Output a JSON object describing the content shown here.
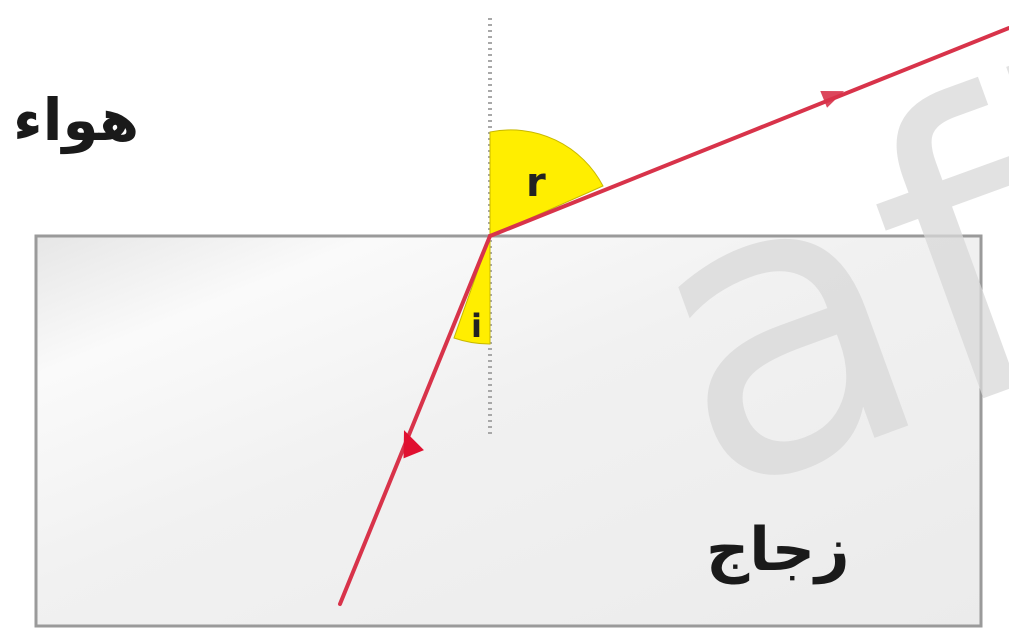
{
  "labels": {
    "air": "هواء",
    "glass": "زجاج",
    "refraction_angle": "r",
    "incidence_angle": "i"
  },
  "watermark": {
    "text": "afi"
  },
  "colors": {
    "ray": "#d8334a",
    "angle_fill": "#ffee00",
    "glass_fill": "#f0f0f0",
    "glass_border": "#9a9a9a",
    "normal_line": "#a8a8a8",
    "watermark": "#d9d9d9"
  },
  "icons": {
    "ray_arrow": "arrow-head"
  }
}
